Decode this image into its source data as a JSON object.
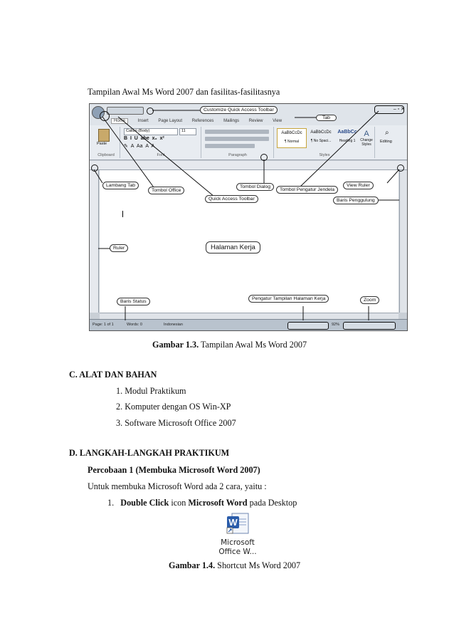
{
  "intro": "Tampilan Awal Ms Word 2007 dan fasilitas-fasilitasnya",
  "figure": {
    "callouts": {
      "qat_customize": "Customize Quick Access Toolbar",
      "tab": "Tab",
      "lambang_tab": "Lambang Tab",
      "tombol_office": "Tombol Office",
      "tombol_dialog": "Tombol Dialog",
      "quick_access": "Quick Access Toolbar",
      "pengatur_jendela": "Tombol Pengatur Jendela",
      "view_ruler": "View Ruler",
      "baris_penggulung": "Baris Penggulung",
      "ruler": "Ruler",
      "halaman_kerja": "Halaman Kerja",
      "baris_status": "Baris Status",
      "pengatur_tampilan": "Pengatur Tampilan Halaman Kerja",
      "zoom": "Zoom"
    },
    "ribbon_tabs": [
      "Home",
      "Insert",
      "Page Layout",
      "References",
      "Mailings",
      "Review",
      "View"
    ],
    "ribbon_groups": [
      "Clipboard",
      "Font",
      "Paragraph",
      "Styles",
      "Editing"
    ],
    "font_name": "Calibri (Body)",
    "font_size": "11",
    "styles": [
      "AaBbCcDc",
      "AaBbCcDc",
      "AaBbCc"
    ],
    "style_names": [
      "¶ Normal",
      "¶ No Spaci...",
      "Heading 1"
    ],
    "change_styles": "Change Styles",
    "editing": "Editing",
    "paste": "Paste",
    "status": {
      "page": "Page: 1 of 1",
      "words": "Words: 0",
      "lang": "Indonesian",
      "zoom": "92%"
    },
    "caption_label": "Gambar 1.3.",
    "caption_text": " Tampilan Awal Ms Word 2007"
  },
  "sectionC": {
    "heading": "C.   ALAT DAN BAHAN",
    "items": [
      "1.   Modul Praktikum",
      "2.   Komputer dengan OS Win-XP",
      "3.   Software Microsoft Office 2007"
    ]
  },
  "sectionD": {
    "heading": "D.   LANGKAH-LANGKAH PRAKTIKUM",
    "subheading": "Percobaan 1 (Membuka Microsoft Word 2007)",
    "para": "Untuk membuka Microsoft Word ada 2 cara, yaitu :",
    "step_num": "1.",
    "step_bold1": "Double Click",
    "step_mid": " icon ",
    "step_bold2": "Microsoft Word",
    "step_end": " pada Desktop"
  },
  "shortcut": {
    "label_line1": "Microsoft",
    "label_line2": "Office W...",
    "caption_label": "Gambar 1.4.",
    "caption_text": " Shortcut Ms Word 2007"
  },
  "colors": {
    "word_blue": "#2a5caa"
  }
}
